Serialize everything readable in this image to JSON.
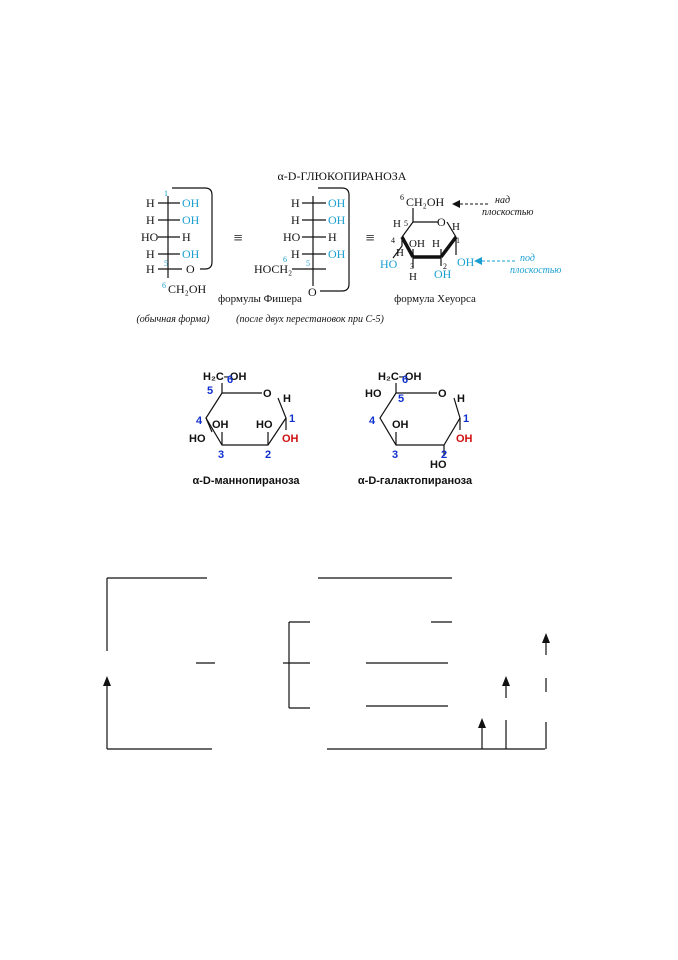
{
  "top": {
    "title": "α-D-ГЛЮКОПИРАНОЗА",
    "equiv": "≡",
    "fischer_caption": "формулы Фишера",
    "haworth_caption": "формула Хеуорса",
    "usual_form": "(обычная форма)",
    "after_perm": "(после двух перестановок при С-5)",
    "above_plane": [
      "над",
      "плоскостью"
    ],
    "below_plane": [
      "под",
      "плоскостью"
    ],
    "labels": {
      "H": "H",
      "OH": "OH",
      "HO": "HO",
      "O": "O",
      "CH2OH": "CH₂OH",
      "HOCH2": "HOCH₂",
      "n1": "1",
      "n2": "2",
      "n3": "3",
      "n4": "4",
      "n5": "5",
      "n6": "6"
    }
  },
  "middle": {
    "manno_name": "α-D-маннопираноза",
    "galacto_name": "α-D-галактопираноза",
    "labels": {
      "H2COH": "H₂C–OH",
      "O": "O",
      "H": "H",
      "OH": "OH",
      "HO": "HO",
      "n1": "1",
      "n2": "2",
      "n3": "3",
      "n4": "4",
      "n5": "5",
      "n6": "6"
    }
  },
  "colors": {
    "cyan": "#1a9fd0",
    "blue": "#1030d0",
    "red": "#d01010",
    "ink": "#111111"
  }
}
